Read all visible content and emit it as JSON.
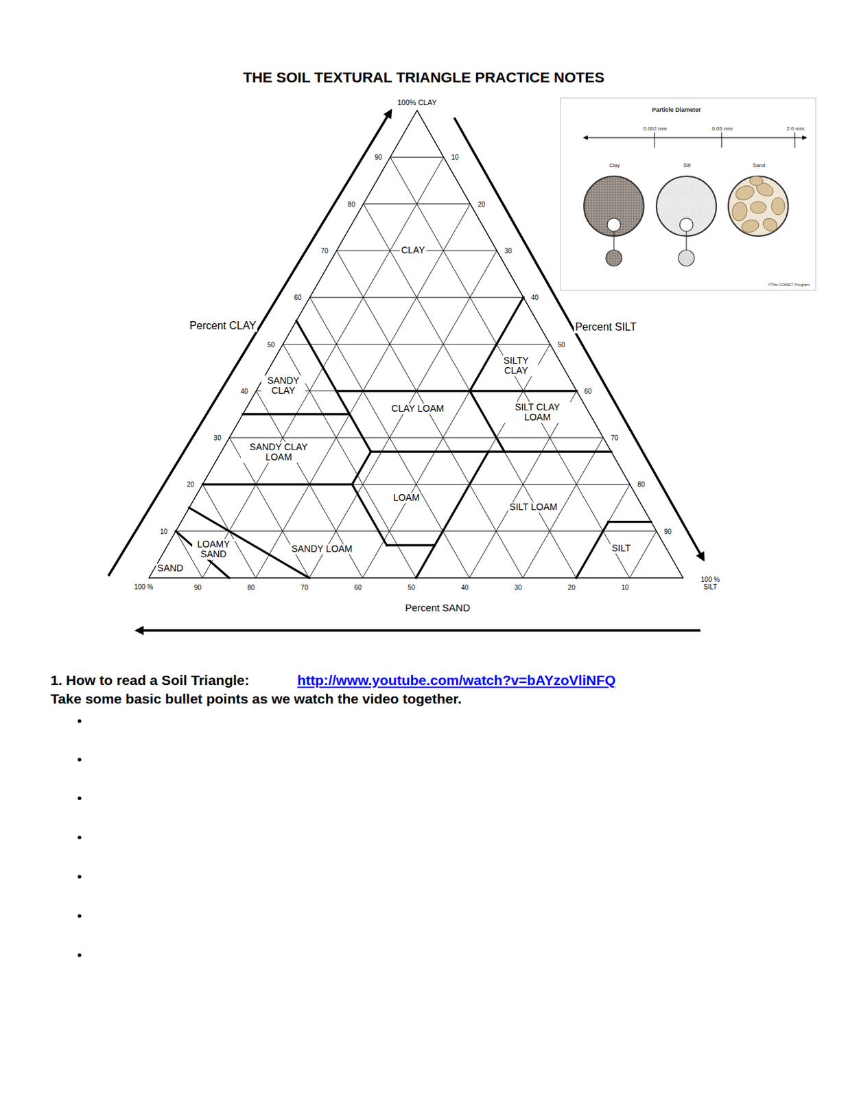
{
  "diagram": {
    "title": "THE SOIL TEXTURAL TRIANGLE PRACTICE NOTES",
    "nodes": [
      {
        "text": [
          "Particle Diameter",
          "0.002 mm",
          "0.05 mm",
          "2.0 mm",
          "Clay",
          "Silt",
          "Sand",
          "©The COMET Program"
        ]
      }
    ],
    "labels": [
      "100% CLAY",
      "90",
      "80",
      "70",
      "60",
      "50",
      "40",
      "30",
      "20",
      "10",
      "10",
      "20",
      "30",
      "40",
      "50",
      "60",
      "70",
      "80",
      "90",
      "Percent CLAY",
      "Percent SILT",
      "CLAY",
      "SILTY CLAY",
      "SANDY CLAY",
      "CLAY LOAM",
      "SILT CLAY LOAM",
      "SANDY CLAY LOAM",
      "LOAM",
      "SILT LOAM",
      "LOAMY SAND",
      "SANDY LOAM",
      "SAND",
      "SILT",
      "100 %",
      "90",
      "80",
      "70",
      "60",
      "50",
      "40",
      "30",
      "20",
      "10",
      "100 % SILT",
      "Percent SAND",
      "1. How to read a Soil Triangle:",
      "http://www.youtube.com/watch?v=bAYzoVliNFQ",
      "Take some basic bullet points as we watch the video together.",
      "•",
      "•",
      "•",
      "•",
      "•",
      "•",
      "•"
    ]
  }
}
